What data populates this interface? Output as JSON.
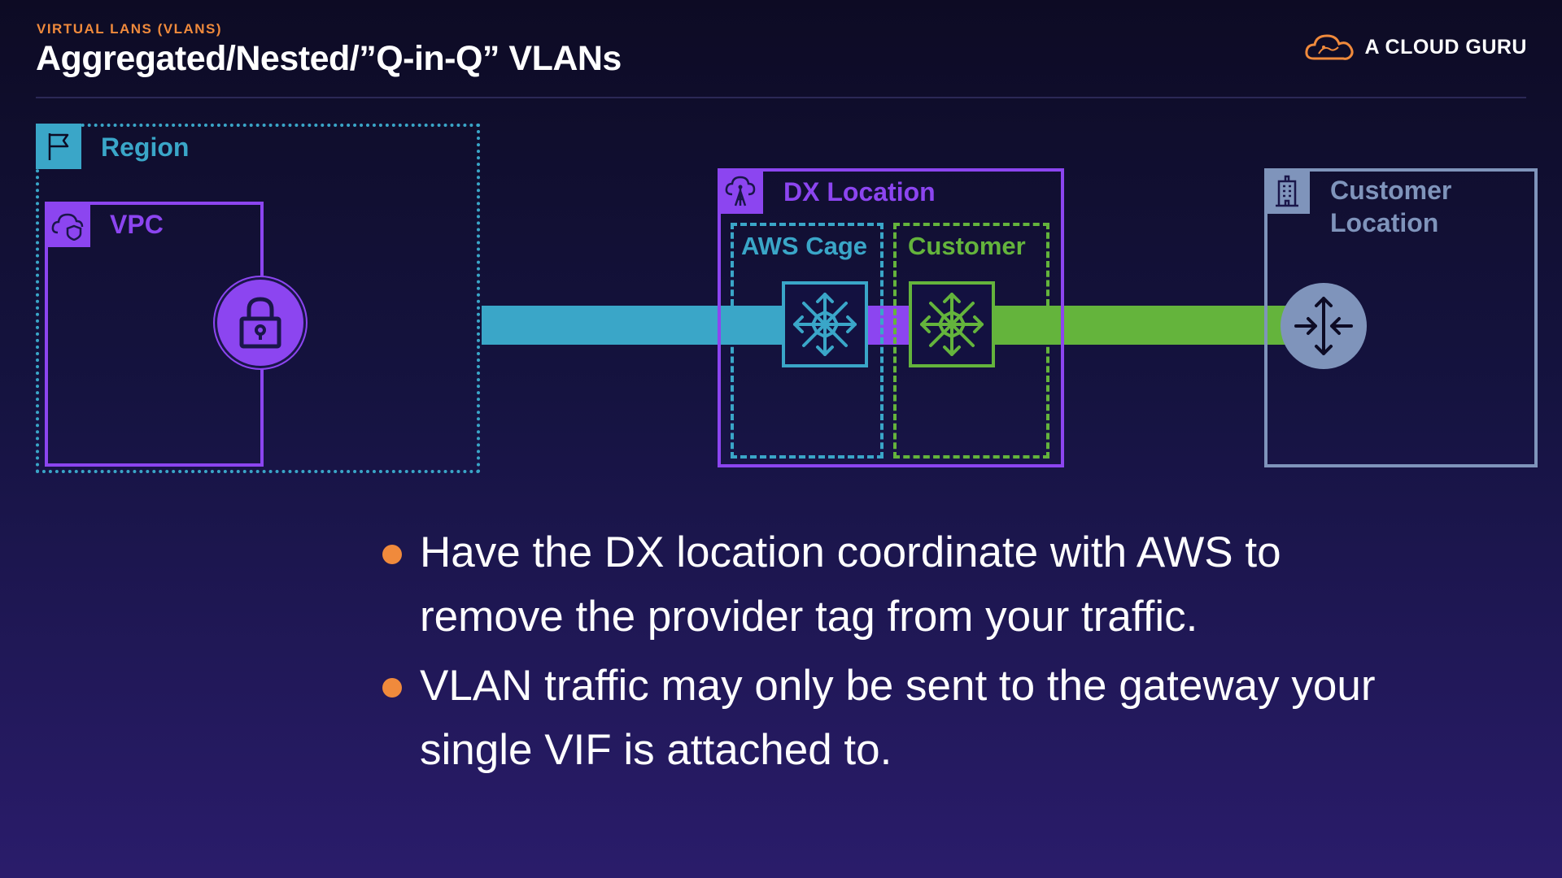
{
  "header": {
    "eyebrow": "VIRTUAL LANS (VLANS)",
    "title": "Aggregated/Nested/”Q-in-Q” VLANs",
    "brand": "A CLOUD GURU"
  },
  "diagram": {
    "region": {
      "label": "Region",
      "icon": "flag-icon"
    },
    "vpc": {
      "label": "VPC",
      "icon": "cloud-shield-icon",
      "gateway_icon": "padlock-icon"
    },
    "dx_location": {
      "label": "DX Location",
      "icon": "cloud-tower-icon",
      "aws_cage_label": "AWS Cage",
      "customer_cage_label": "Customer",
      "router_icon": "router-arrows-icon"
    },
    "customer_location": {
      "label": "Customer\nLocation",
      "icon": "building-icon",
      "gateway_icon": "customer-router-icon"
    },
    "colors": {
      "aws": "#3aa6c8",
      "purple": "#8c45f0",
      "customer": "#64b43c",
      "onprem": "#7f94bb",
      "accent": "#f08a3c"
    }
  },
  "bullets": [
    "Have the DX location coordinate with AWS to remove the provider tag from your traffic.",
    "VLAN traffic may only be sent to the gateway your single VIF is attached to."
  ]
}
